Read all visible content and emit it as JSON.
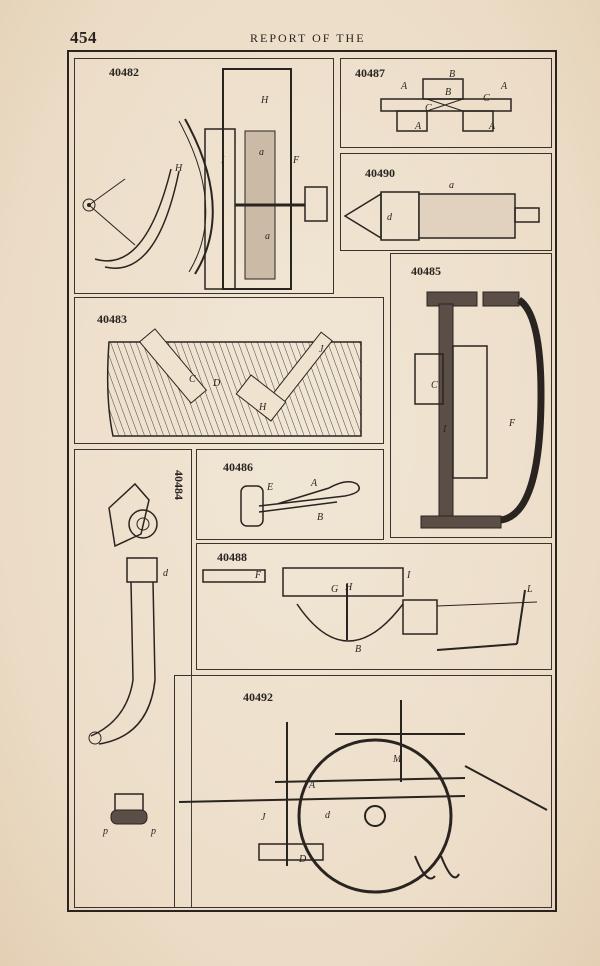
{
  "header": {
    "page_number": "454",
    "running_head": "REPORT OF THE"
  },
  "figures": [
    {
      "id": "fig-40482",
      "number": "40482",
      "labels": [
        "H",
        "H",
        "I",
        "F",
        "a",
        "a"
      ]
    },
    {
      "id": "fig-40487",
      "number": "40487",
      "labels": [
        "B",
        "B",
        "A",
        "A",
        "A",
        "A",
        "C",
        "C"
      ]
    },
    {
      "id": "fig-40490",
      "number": "40490",
      "labels": [
        "a",
        "d"
      ]
    },
    {
      "id": "fig-40485",
      "number": "40485",
      "labels": [
        "C",
        "I",
        "F"
      ]
    },
    {
      "id": "fig-40483",
      "number": "40483",
      "labels": [
        "C",
        "D",
        "J",
        "H"
      ]
    },
    {
      "id": "fig-40484",
      "number": "40484",
      "labels": [
        "d",
        "p",
        "p"
      ]
    },
    {
      "id": "fig-40486",
      "number": "40486",
      "labels": [
        "E",
        "A",
        "B"
      ]
    },
    {
      "id": "fig-40488",
      "number": "40488",
      "labels": [
        "F",
        "G",
        "H",
        "I",
        "L",
        "B"
      ]
    },
    {
      "id": "fig-40492",
      "number": "40492",
      "labels": [
        "M",
        "A",
        "J",
        "d",
        "D"
      ]
    }
  ],
  "colors": {
    "paper": "#efe2cf",
    "ink": "#2a2420"
  }
}
